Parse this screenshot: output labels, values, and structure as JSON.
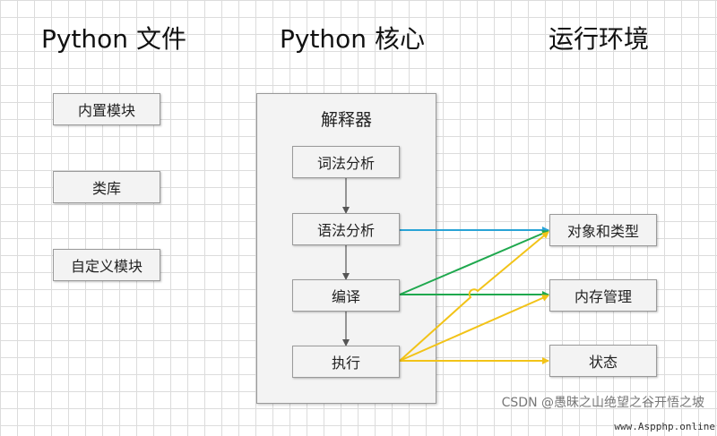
{
  "titles": {
    "python_files": "Python 文件",
    "python_core": "Python 核心",
    "runtime": "运行环境"
  },
  "files": {
    "builtin_modules": "内置模块",
    "libraries": "类库",
    "custom_modules": "自定义模块"
  },
  "core": {
    "interpreter": "解释器",
    "lexer": "词法分析",
    "parser": "语法分析",
    "compile": "编译",
    "execute": "执行"
  },
  "runtime": {
    "objects_types": "对象和类型",
    "memory": "内存管理",
    "state": "状态"
  },
  "colors": {
    "blue": "#29a3d6",
    "green": "#1fa84e",
    "yellow": "#f2c318",
    "gray_arrow": "#555555"
  },
  "watermark": "CSDN @愚昧之山绝望之谷开悟之坡",
  "watermark2": "www.Aspphp.online"
}
